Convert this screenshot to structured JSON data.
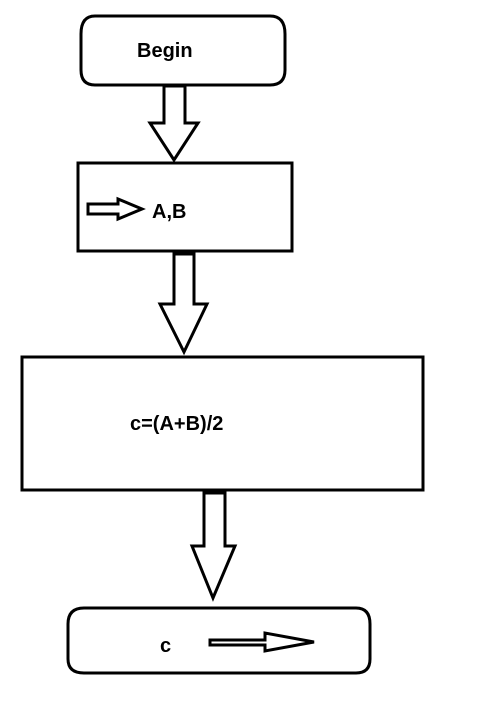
{
  "diagram": {
    "type": "flowchart",
    "colors": {
      "stroke": "#000000",
      "fill": "#ffffff",
      "text": "#000000"
    },
    "nodes": [
      {
        "id": "begin",
        "shape": "terminal",
        "label": "Begin"
      },
      {
        "id": "input",
        "shape": "process",
        "label": "A,B",
        "icon": "right-arrow-icon"
      },
      {
        "id": "compute",
        "shape": "process",
        "label": "c=(A+B)/2"
      },
      {
        "id": "output",
        "shape": "terminal",
        "label": "c",
        "icon": "right-arrow-icon"
      }
    ],
    "edges": [
      {
        "from": "begin",
        "to": "input"
      },
      {
        "from": "input",
        "to": "compute"
      },
      {
        "from": "compute",
        "to": "output"
      }
    ]
  }
}
